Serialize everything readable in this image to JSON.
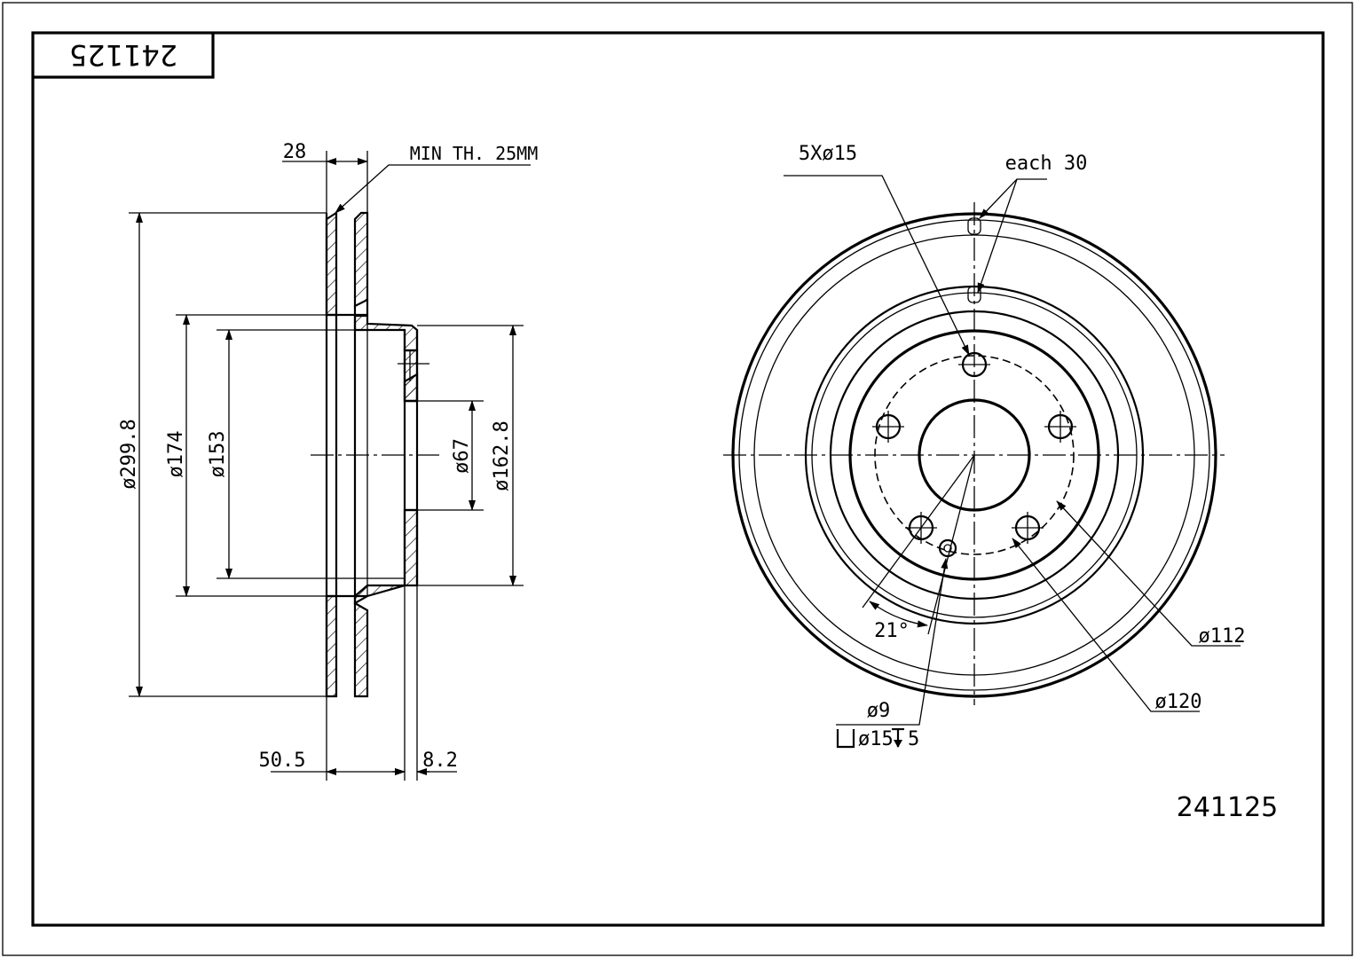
{
  "part_number": "241125",
  "part_number_stamp": "241125",
  "side_view": {
    "thickness": "28",
    "min_thickness": "MIN TH. 25MM",
    "outer_diameter": "ø299.8",
    "dia_174": "ø174",
    "dia_153": "ø153",
    "center_bore": "ø67",
    "hub_diameter": "ø162.8",
    "height": "50.5",
    "hat_thickness": "8.2"
  },
  "front_view": {
    "bolt_holes": "5Xø15",
    "vent_spacing": "each 30",
    "bolt_circle": "ø112",
    "dia_120": "ø120",
    "angle": "21°",
    "small_hole": "ø9",
    "counterbore": "ø15",
    "counterbore_depth": "5"
  }
}
